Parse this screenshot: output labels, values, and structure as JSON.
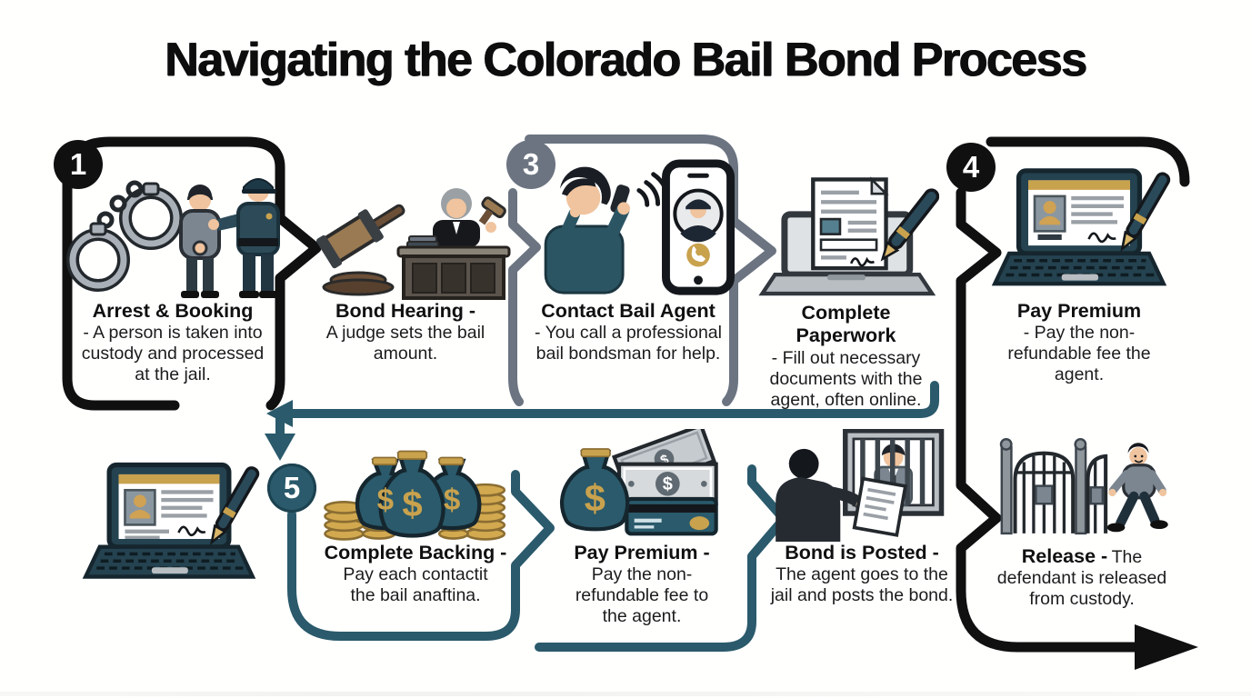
{
  "title": "Navigating the Colorado Bail Bond Process",
  "colors": {
    "black": "#101010",
    "grey": "#6b7480",
    "teal": "#2a5a6b",
    "gold": "#c9a24e",
    "background": "#fffffe",
    "text": "#1a1a1a"
  },
  "steps": [
    {
      "badge": "1",
      "heading": "Arrest & Booking",
      "desc": "- A person is taken into custody and processed at the jail.",
      "icon": "handcuffs-arrest-icon"
    },
    {
      "badge": "",
      "heading": "Bond Hearing -",
      "desc": "A judge sets the bail amount.",
      "icon": "judge-gavel-icon"
    },
    {
      "badge": "3",
      "heading": "Contact Bail Agent",
      "desc": "- You call a professional bail bondsman for help.",
      "icon": "phone-call-bail-agent-icon"
    },
    {
      "badge": "",
      "heading": "Complete Paperwork",
      "desc": "- Fill out necessary documents with the agent, often online.",
      "icon": "laptop-document-pen-icon"
    },
    {
      "badge": "4",
      "heading": "Pay Premium",
      "desc": "- Pay the non-refundable fee the agent.",
      "icon": "laptop-id-signature-icon"
    },
    {
      "badge": "",
      "heading": "",
      "desc": "",
      "icon": "laptop-id-signature-icon"
    },
    {
      "badge": "5",
      "heading": "Complete Backing -",
      "desc": "Pay each contactit the bail anaftina.",
      "icon": "money-bags-coins-icon"
    },
    {
      "badge": "",
      "heading": "Pay Premium -",
      "desc": "Pay the non-refundable fee to the agent.",
      "icon": "money-bag-cash-card-icon"
    },
    {
      "badge": "",
      "heading": "Bond is Posted -",
      "desc": "The agent goes to the jail and posts the bond.",
      "icon": "agent-jail-bond-icon"
    },
    {
      "badge": "",
      "heading": "Release -",
      "desc": "The defendant is released from custody.",
      "icon": "gate-release-icon"
    }
  ]
}
